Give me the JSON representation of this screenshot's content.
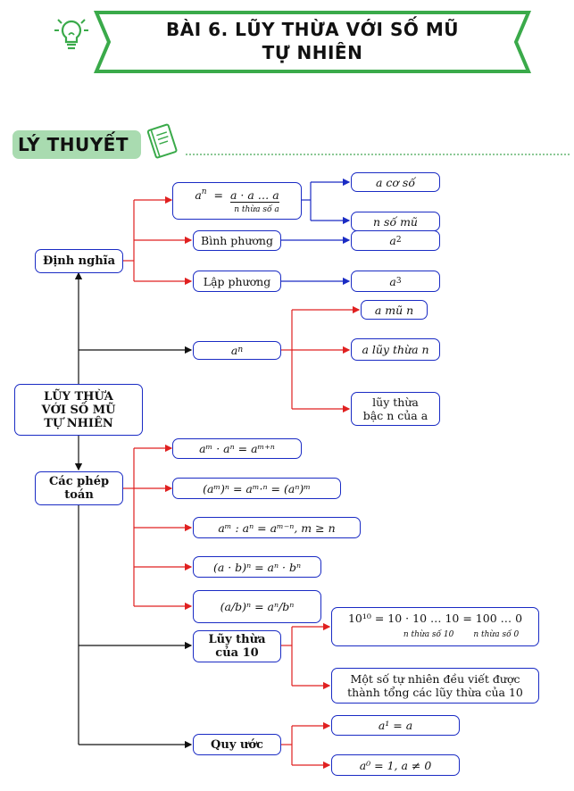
{
  "header": {
    "title_line1": "BÀI 6. LŨY THỪA VỚI SỐ MŨ",
    "title_line2": "TỰ NHIÊN",
    "bulb_icon": "lightbulb-icon",
    "accent_color": "#3aaa4a"
  },
  "section": {
    "label": "LÝ THUYẾT",
    "tag_color": "#a9dbb0",
    "book_icon": "book-icon"
  },
  "nodes": {
    "root": {
      "line1": "LŨY THỪA",
      "line2": "VỚI SỐ MŨ",
      "line3": "TỰ NHIÊN"
    },
    "dinh_nghia": "Định nghĩa",
    "def_an": "a",
    "def_n": "n",
    "def_equals": "=",
    "def_product": "a · a … a",
    "def_sub": "n thừa số a",
    "co_so": "a cơ số",
    "so_mu": "n số mũ",
    "binh_phuong": "Bình phương",
    "a2_base": "a",
    "a2_exp": "2",
    "lap_phuong": "Lập phương",
    "a3_base": "a",
    "a3_exp": "3",
    "an_base": "a",
    "an_exp": "n",
    "a_mu_n": "a mũ n",
    "a_luy_thua_n": "a lũy thừa n",
    "luy_thua_bac_line1": "lũy thừa",
    "luy_thua_bac_line2": "bậc n của a",
    "cac_phep_toan_line1": "Các phép",
    "cac_phep_toan_line2": "toán",
    "op1": "aᵐ · aⁿ = aᵐ⁺ⁿ",
    "op2": "(aᵐ)ⁿ = aᵐ·ⁿ = (aⁿ)ᵐ",
    "op3": "aᵐ : aⁿ = aᵐ⁻ⁿ, m ≥ n",
    "op4": "(a · b)ⁿ = aⁿ · bⁿ",
    "op5": "(a/b)ⁿ = aⁿ/bⁿ",
    "luy_thua_10_line1": "Lũy thừa",
    "luy_thua_10_line2": "của 10",
    "pow10_expr": "10¹⁰ = 10 · 10 … 10 = 100 … 0",
    "pow10_sub1": "n thừa số 10",
    "pow10_sub2": "n thừa số 0",
    "natural_line1": "Một số tự nhiên đều viết được",
    "natural_line2": "thành tổng các lũy thừa của 10",
    "quy_uoc": "Quy ước",
    "conv1": "a¹ = a",
    "conv2": "a⁰ = 1,   a ≠ 0"
  },
  "colors": {
    "box_border": "#1a2bc4",
    "red_connector": "#e02020",
    "blue_connector": "#1a2bc4",
    "black_connector": "#111111"
  }
}
